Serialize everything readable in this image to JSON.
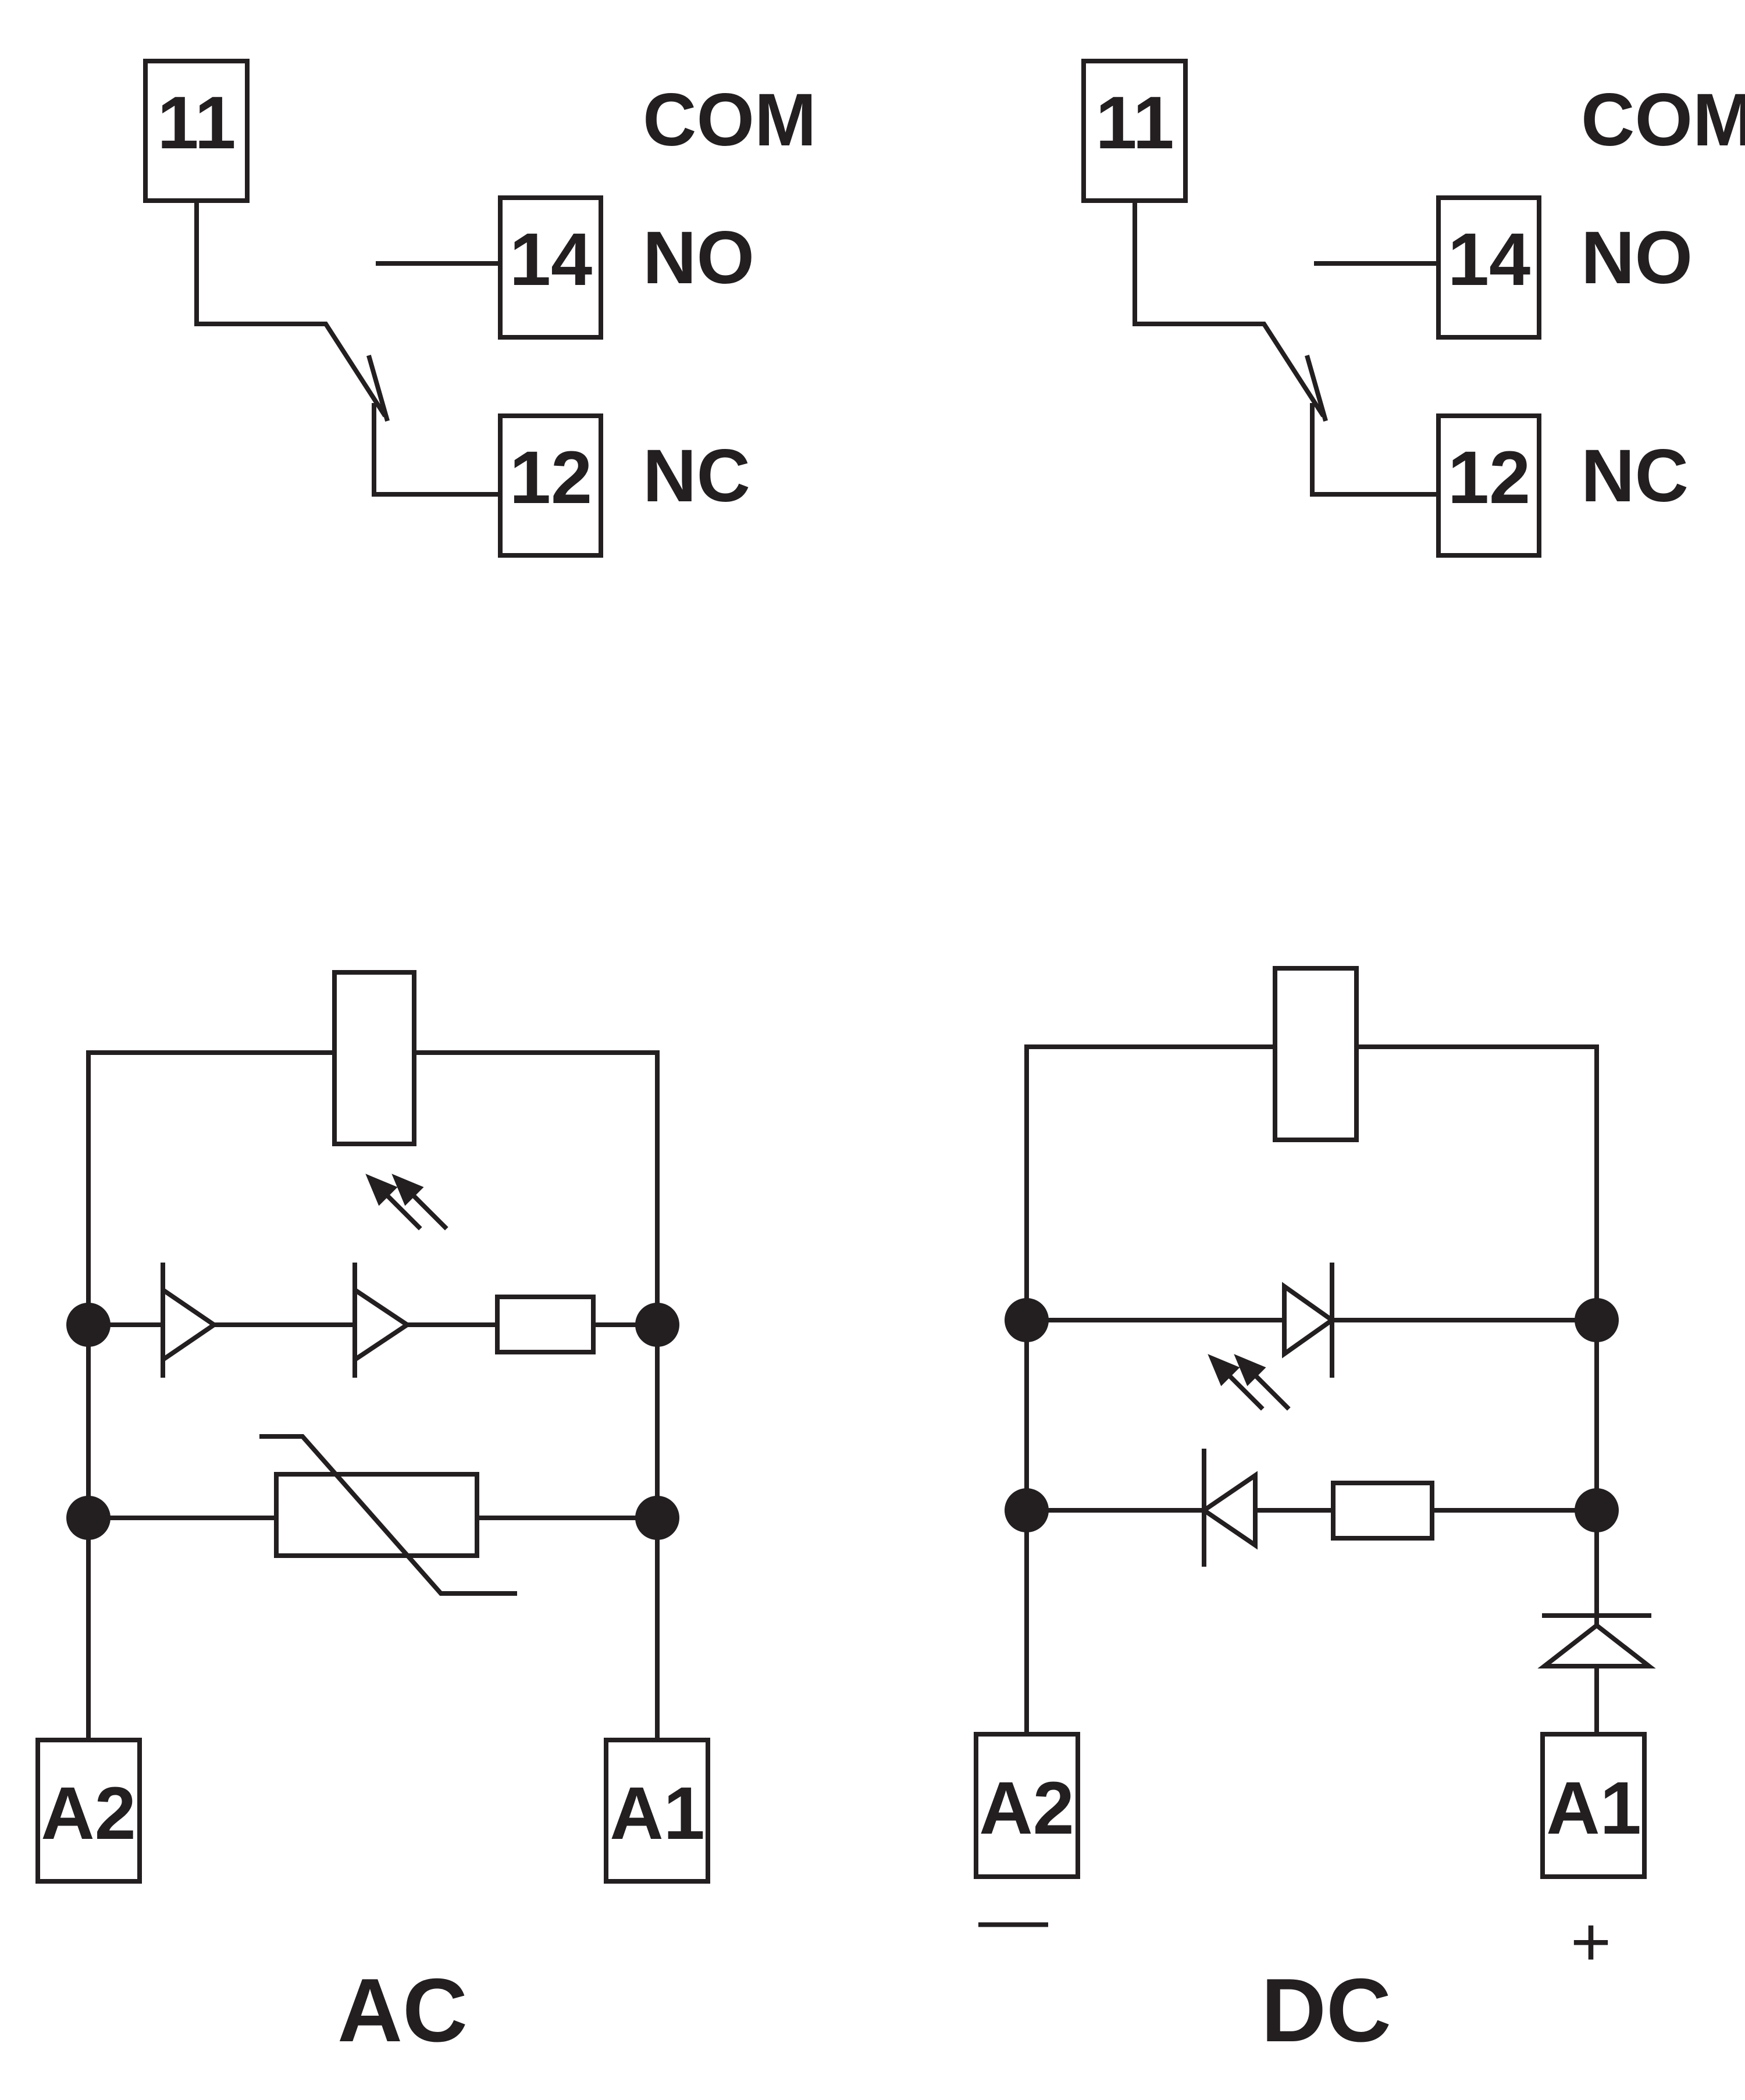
{
  "contacts_left": {
    "t11": "11",
    "t14": "14",
    "t12": "12",
    "com": "COM",
    "no": "NO",
    "nc": "NC"
  },
  "contacts_right": {
    "t11": "11",
    "t14": "14",
    "t12": "12",
    "com": "COM",
    "no": "NO",
    "nc": "NC"
  },
  "ac_circuit": {
    "a2": "A2",
    "a1": "A1",
    "caption": "AC"
  },
  "dc_circuit": {
    "a2": "A2",
    "a1": "A1",
    "minus": "—",
    "plus": "+",
    "caption": "DC"
  },
  "colors": {
    "line": "#231f20",
    "background": "#ffffff"
  }
}
